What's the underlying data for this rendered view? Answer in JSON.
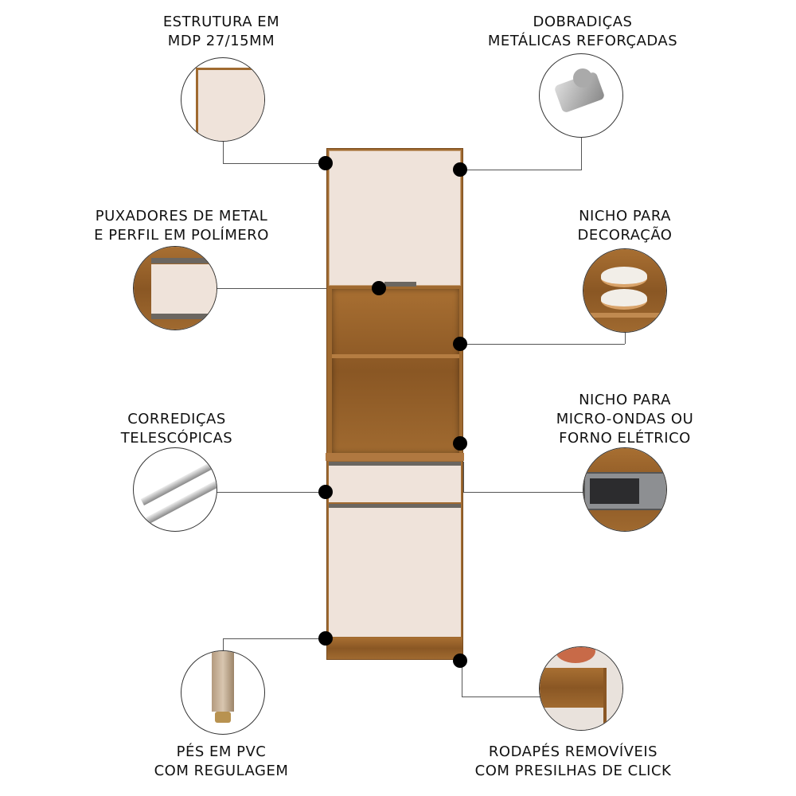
{
  "features": [
    {
      "id": "estrutura",
      "lines": [
        "ESTRUTURA EM",
        "MDP 27/15MM"
      ]
    },
    {
      "id": "dobradicas",
      "lines": [
        "DOBRADIÇAS",
        "METÁLICAS REFORÇADAS"
      ]
    },
    {
      "id": "puxadores",
      "lines": [
        "PUXADORES DE METAL",
        "E PERFIL EM POLÍMERO"
      ]
    },
    {
      "id": "nicho-decoracao",
      "lines": [
        "NICHO PARA",
        "DECORAÇÃO"
      ]
    },
    {
      "id": "corredicas",
      "lines": [
        "CORREDIÇAS",
        "TELESCÓPICAS"
      ]
    },
    {
      "id": "nicho-micro",
      "lines": [
        "NICHO PARA",
        "MICRO-ONDAS OU",
        "FORNO ELÉTRICO"
      ]
    },
    {
      "id": "pes",
      "lines": [
        "PÉS EM PVC",
        "COM REGULAGEM"
      ]
    },
    {
      "id": "rodapes",
      "lines": [
        "RODAPÉS REMOVÍVEIS",
        "COM PRESILHAS DE CLICK"
      ]
    }
  ],
  "colors": {
    "wood": "#9a6530",
    "cream": "#efe3da",
    "handle": "#6b6660"
  }
}
